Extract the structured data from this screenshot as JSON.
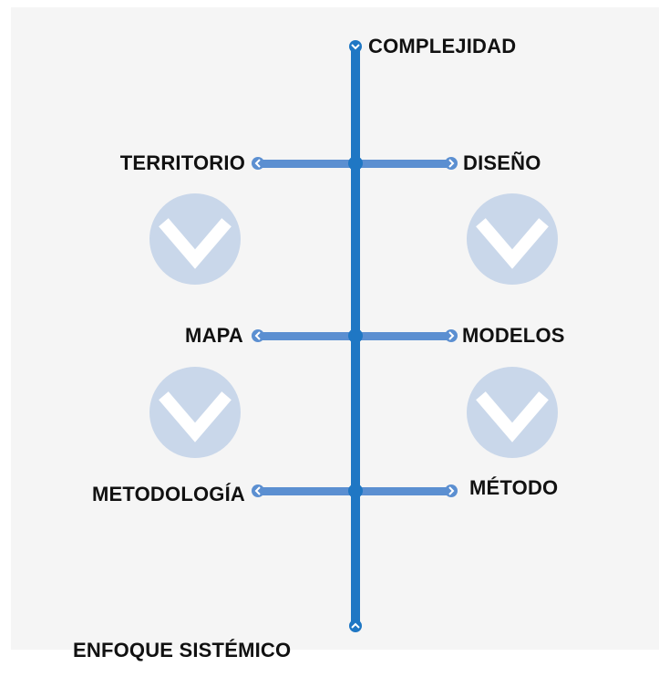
{
  "colors": {
    "spine": "#1f77c4",
    "branch": "#5b8fd1",
    "circle_fill": "#c9d7ea",
    "chevron": "#ffffff",
    "background": "#f5f5f5"
  },
  "top": {
    "label": "COMPLEJIDAD",
    "icon": "chevron-down-icon"
  },
  "bottom": {
    "label": "ENFOQUE SISTÉMICO",
    "icon": "chevron-up-icon"
  },
  "levels": [
    {
      "left": "TERRITORIO",
      "right": "DISEÑO"
    },
    {
      "left": "MAPA",
      "right": "MODELOS"
    },
    {
      "left": "METODOLOGÍA",
      "right": "MÉTODO"
    }
  ],
  "progress_icons": [
    "chevron-down-circle-icon",
    "chevron-down-circle-icon",
    "chevron-down-circle-icon",
    "chevron-down-circle-icon"
  ]
}
